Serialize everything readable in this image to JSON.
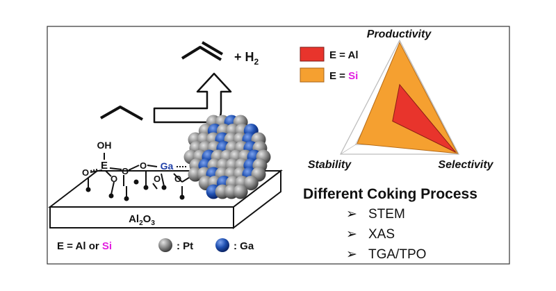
{
  "colors": {
    "ga_label": "#1f3fa8",
    "si_label": "#e21ee0",
    "al_area": "#e8342c",
    "si_area": "#f5a030",
    "pt_atom": "#8a8a8a",
    "ga_atom": "#1e4fb0"
  },
  "reaction": {
    "product_h2": "+ H",
    "h2_sub": "2"
  },
  "support": {
    "oh_label": "OH",
    "e_label": "E",
    "ga_label": "Ga",
    "o_label": "O",
    "slab_label_a": "Al",
    "slab_sub_a": "2",
    "slab_label_b": "O",
    "slab_sub_b": "3"
  },
  "legend_bottom": {
    "e_prefix": "E = Al or ",
    "e_si": "Si",
    "pt_label": ": Pt",
    "ga_label": ": Ga"
  },
  "radar": {
    "axes": [
      "Productivity",
      "Selectivity",
      "Stability"
    ],
    "legend": [
      {
        "prefix": "E = ",
        "suffix": "Al",
        "color": "#e8342c"
      },
      {
        "prefix": "E = ",
        "suffix": "Si",
        "color": "#f5a030"
      }
    ]
  },
  "chart_data": {
    "type": "radar",
    "axes": [
      "Productivity",
      "Selectivity",
      "Stability"
    ],
    "range": [
      0,
      1
    ],
    "series": [
      {
        "name": "E = Al",
        "values": [
          0.42,
          0.95,
          0.12
        ]
      },
      {
        "name": "E = Si",
        "values": [
          0.97,
          0.98,
          0.72
        ]
      }
    ]
  },
  "process": {
    "title": "Different Coking Process",
    "bullet_symbol": "➢",
    "items": [
      "STEM",
      "XAS",
      "TGA/TPO"
    ]
  }
}
